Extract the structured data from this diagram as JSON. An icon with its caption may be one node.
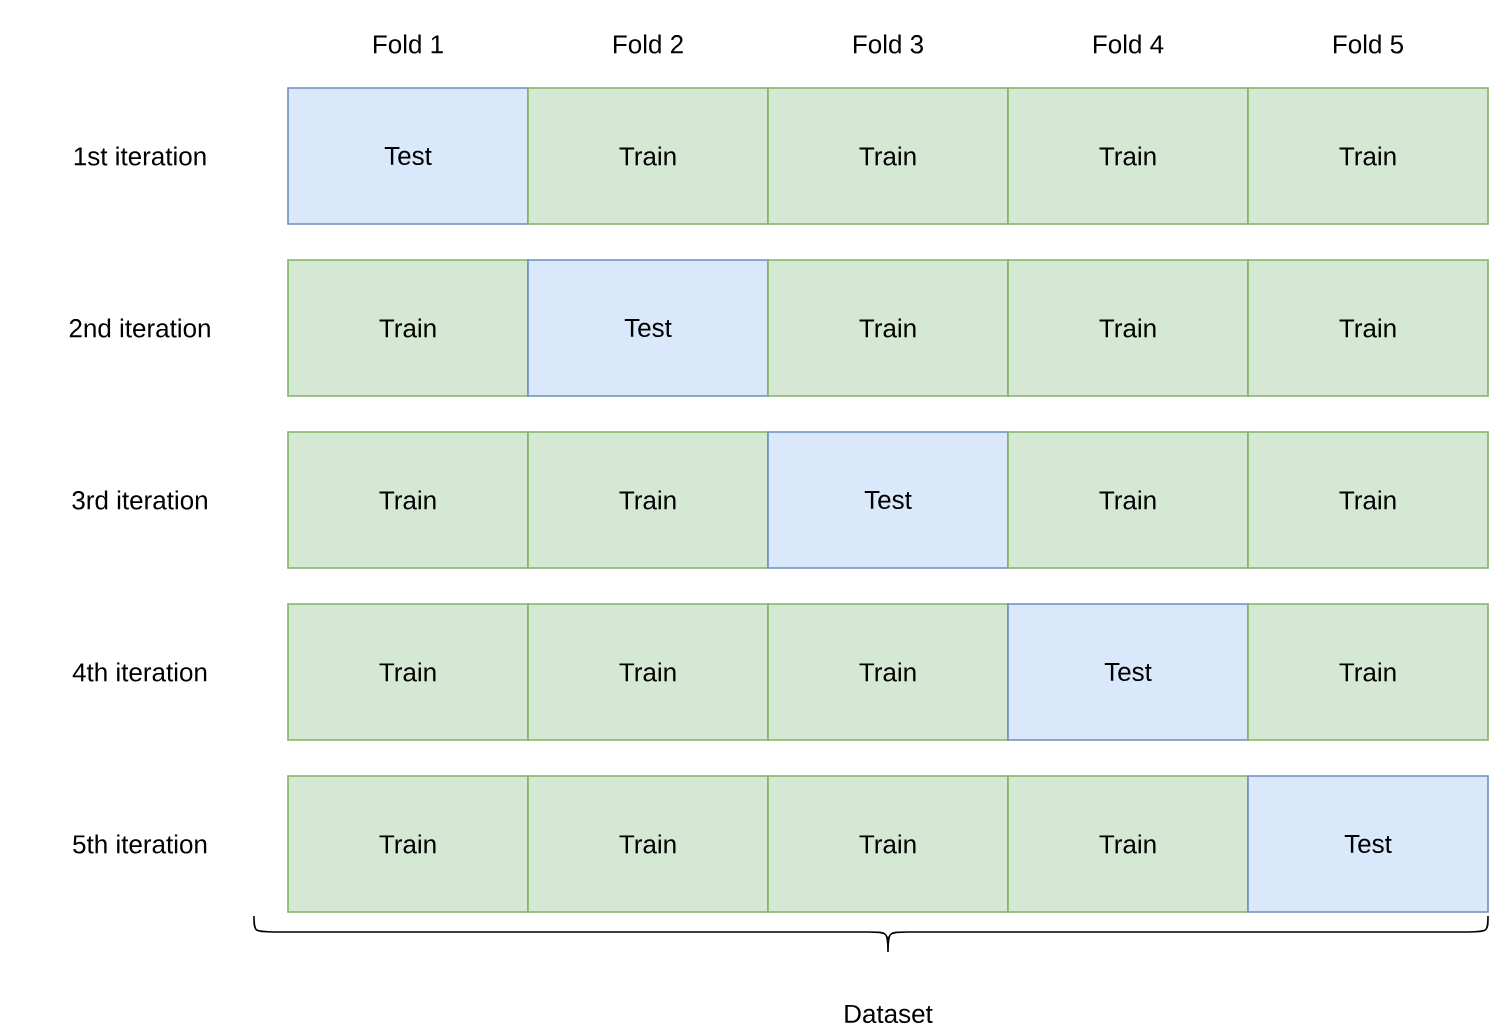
{
  "diagram": {
    "nodes": [
      {
        "text": [
          "Test"
        ]
      },
      {
        "text": [
          "Train"
        ]
      },
      {
        "text": [
          "Train"
        ]
      },
      {
        "text": [
          "Train"
        ]
      },
      {
        "text": [
          "Train"
        ]
      },
      {
        "text": [
          "Train"
        ]
      },
      {
        "text": [
          "Test"
        ]
      },
      {
        "text": [
          "Train"
        ]
      },
      {
        "text": [
          "Train"
        ]
      },
      {
        "text": [
          "Train"
        ]
      },
      {
        "text": [
          "Train"
        ]
      },
      {
        "text": [
          "Train"
        ]
      },
      {
        "text": [
          "Test"
        ]
      },
      {
        "text": [
          "Train"
        ]
      },
      {
        "text": [
          "Train"
        ]
      },
      {
        "text": [
          "Train"
        ]
      },
      {
        "text": [
          "Train"
        ]
      },
      {
        "text": [
          "Train"
        ]
      },
      {
        "text": [
          "Test"
        ]
      },
      {
        "text": [
          "Train"
        ]
      },
      {
        "text": [
          "Train"
        ]
      },
      {
        "text": [
          "Train"
        ]
      },
      {
        "text": [
          "Train"
        ]
      },
      {
        "text": [
          "Train"
        ]
      },
      {
        "text": [
          "Test"
        ]
      }
    ],
    "labels": [
      "Fold 1",
      "Fold 2",
      "Fold 3",
      "Fold 4",
      "Fold 5",
      "1st iteration",
      "2nd iteration",
      "3rd iteration",
      "4th iteration",
      "5th iteration",
      "Dataset"
    ]
  }
}
